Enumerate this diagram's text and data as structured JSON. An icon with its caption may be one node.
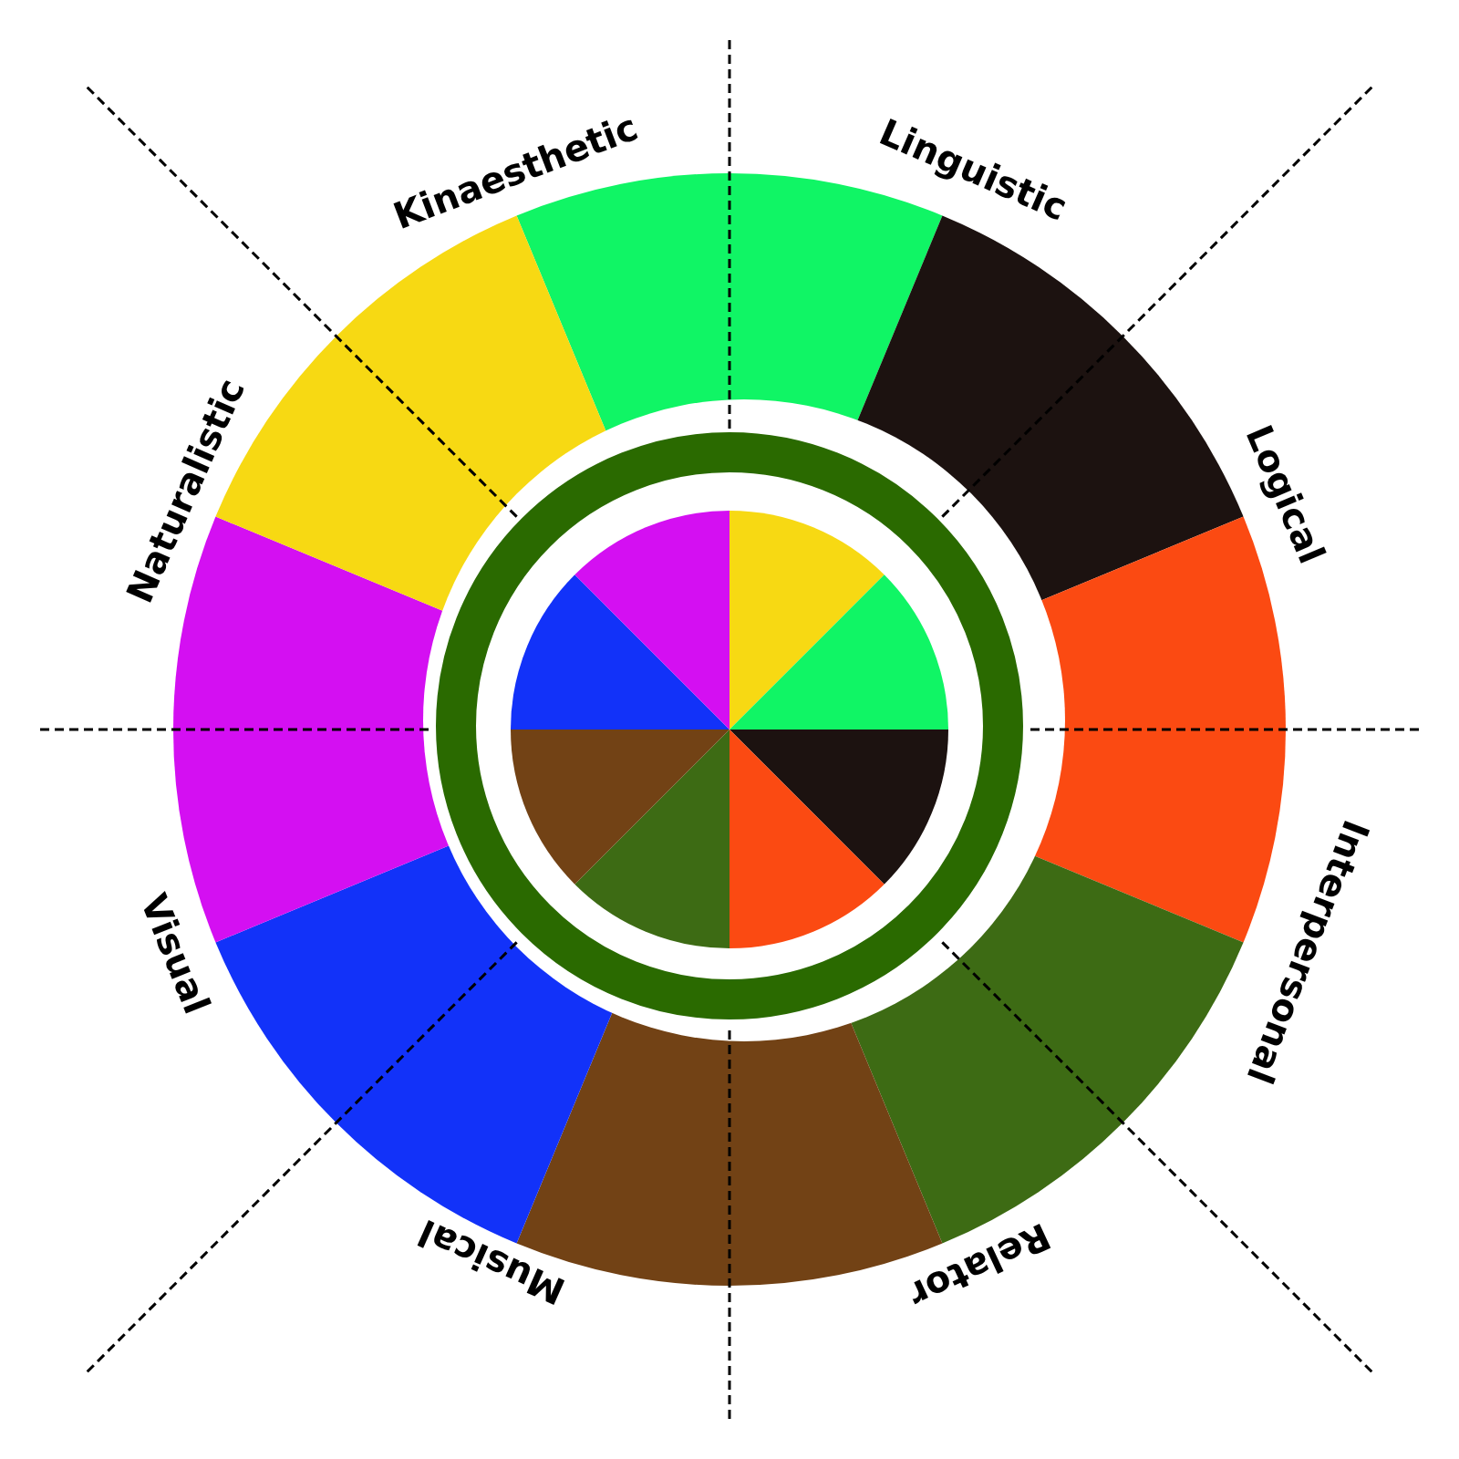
{
  "diagram": {
    "labels": [
      "Kinaesthetic",
      "Linguistic",
      "Naturalistic",
      "Logical",
      "Visual",
      "Interpersonal",
      "Musical",
      "Relator"
    ]
  }
}
